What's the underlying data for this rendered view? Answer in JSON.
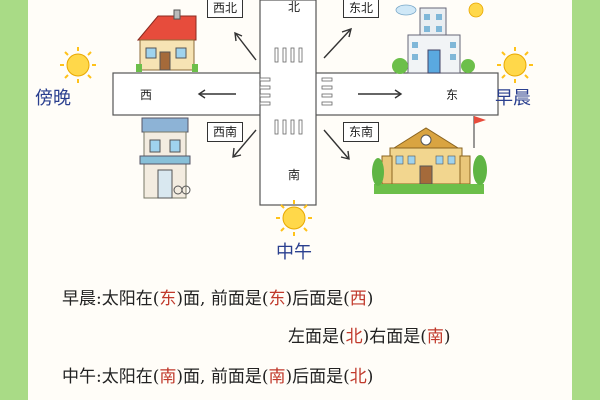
{
  "directions": {
    "north": "北",
    "south": "南",
    "east": "东",
    "west": "西",
    "northeast": "东北",
    "northwest": "西北",
    "southeast": "东南",
    "southwest": "西南"
  },
  "times": {
    "morning": "早晨",
    "evening": "傍晚",
    "noon": "中午"
  },
  "lines": {
    "l1": {
      "prefix": "早晨:太阳在(",
      "a1": "东",
      "mid1": ")面, 前面是(",
      "a2": "东",
      "mid2": ")后面是(",
      "a3": "西",
      "suffix": ")"
    },
    "l2": {
      "prefix": "左面是(",
      "a1": "北",
      "mid1": ")右面是(",
      "a2": "南",
      "suffix": ")"
    },
    "l3": {
      "prefix": "中午:太阳在(",
      "a1": "南",
      "mid1": ")面, 前面是(",
      "a2": "南",
      "mid2": ")后面是(",
      "a3": "北",
      "suffix": ")"
    }
  },
  "colors": {
    "frame": "#a9db86",
    "road": "#ffffff",
    "arrow": "#333333",
    "side_label": "#2a3f8f",
    "answer": "#c0392b",
    "sun": "#ffd84a"
  }
}
